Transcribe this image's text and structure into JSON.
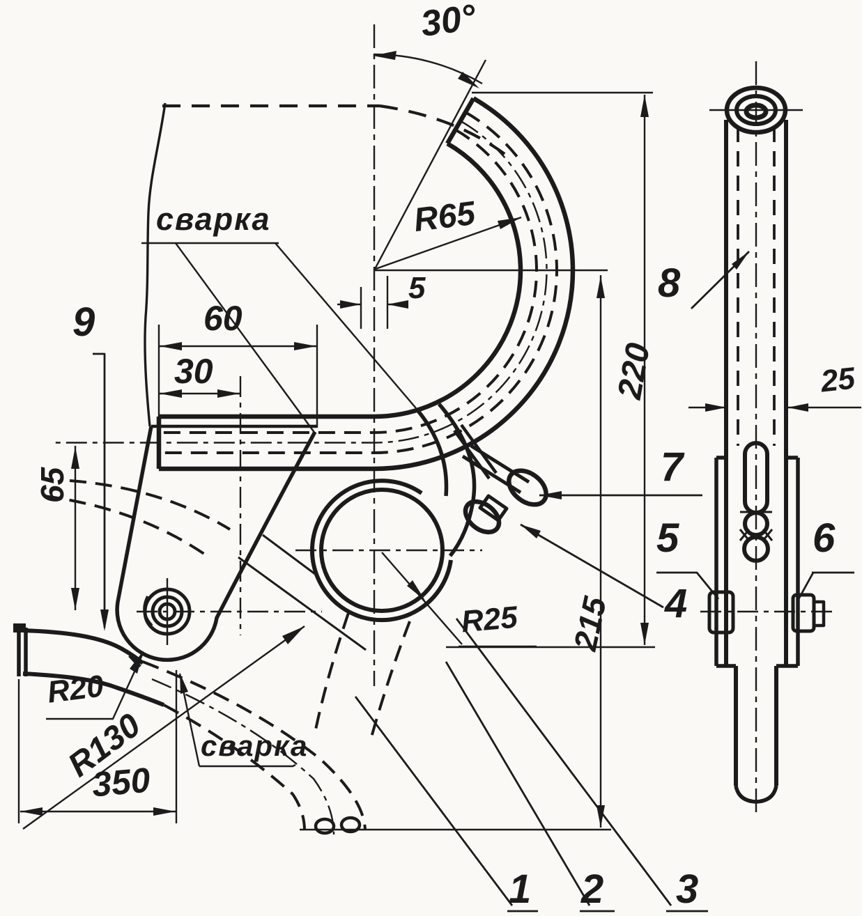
{
  "drawing": {
    "type": "engineering-drawing",
    "labels": {
      "angle30": "30°",
      "r65": "R65",
      "offset5": "5",
      "len60": "60",
      "len30": "30",
      "h65": "65",
      "h220": "220",
      "h215": "215",
      "r25": "R25",
      "r20": "R20",
      "r130": "R130",
      "len350": "350",
      "w25": "25",
      "weld_top": "сварка",
      "weld_bottom": "сварка"
    },
    "parts": {
      "p1": "1",
      "p2": "2",
      "p3": "3",
      "p4": "4",
      "p5": "5",
      "p6": "6",
      "p7": "7",
      "p8": "8",
      "p9": "9"
    },
    "colors": {
      "ink": "#1b1b1b",
      "paper": "#faf9f5"
    }
  }
}
